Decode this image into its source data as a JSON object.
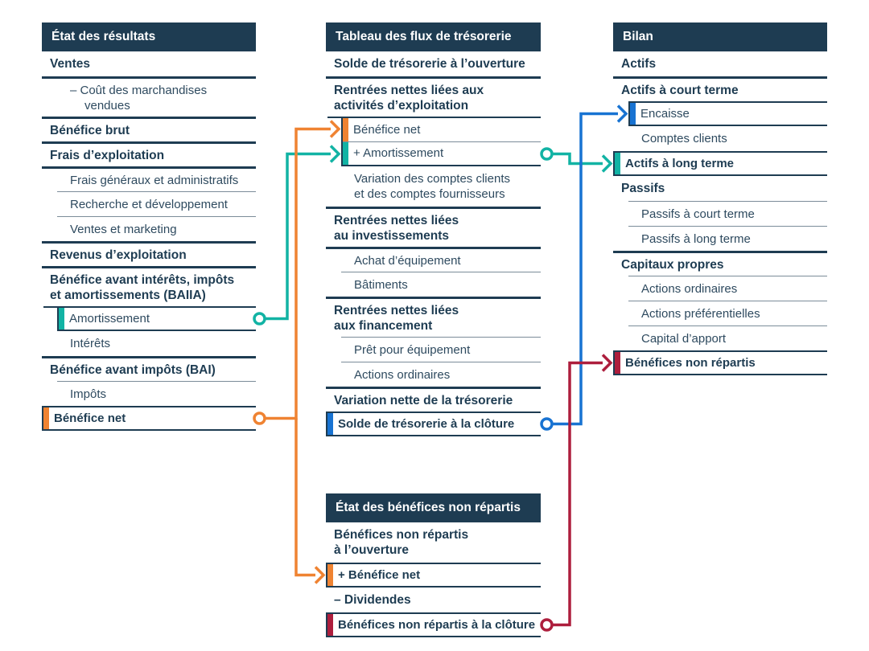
{
  "colors": {
    "navy": "#1e3c52",
    "text": "#2e4a5f",
    "thin": "#7b8c99",
    "teal": "#12b3a4",
    "orange": "#ef8332",
    "blue": "#1873d2",
    "crimson": "#ad1e3d"
  },
  "panels": [
    {
      "id": "etat-des-resultats",
      "title": "État des résultats",
      "rows": [
        {
          "label": "Ventes",
          "style": "total"
        },
        {
          "label": "– Coût des marchandises\nvendues",
          "style": "item",
          "line_above": "strong"
        },
        {
          "label": "Bénéfice brut",
          "style": "total",
          "line_above": "strong"
        },
        {
          "label": "Frais d’exploitation",
          "style": "total",
          "line_above": "strong"
        },
        {
          "label": "Frais généraux et administratifs",
          "style": "item",
          "line_above": "strong"
        },
        {
          "label": "Recherche et développement",
          "style": "item",
          "line_above": "thin"
        },
        {
          "label": "Ventes et marketing",
          "style": "item",
          "line_above": "thin"
        },
        {
          "label": "Revenus d’exploitation",
          "style": "total",
          "line_above": "strong"
        },
        {
          "label": "Bénéfice avant intérêts, impôts\net amortissements (BAIIA)",
          "style": "total",
          "line_above": "strong"
        },
        {
          "rows": [
            {
              "label": "Amortissement",
              "marker": "teal",
              "style": "item"
            }
          ],
          "indent": true,
          "top_full": true
        },
        {
          "label": "Intérêts",
          "style": "item"
        },
        {
          "label": "Bénéfice avant impôts (BAI)",
          "style": "total",
          "line_above": "strong"
        },
        {
          "label": "Impôts",
          "style": "item",
          "line_above": "thin"
        },
        {
          "rows": [
            {
              "label": "Bénéfice net",
              "marker": "orange",
              "style": "total"
            }
          ]
        }
      ]
    },
    {
      "id": "tableau-des-flux",
      "title": "Tableau des flux de trésorerie",
      "rows": [
        {
          "label": "Solde de trésorerie à l’ouverture",
          "style": "total"
        },
        {
          "label": "Rentrées nettes liées aux\nactivités d’exploitation",
          "style": "total",
          "line_above": "strong"
        },
        {
          "rows": [
            {
              "label": "Bénéfice net",
              "marker": "orange",
              "style": "item"
            },
            {
              "label": "+ Amortissement",
              "marker": "teal",
              "style": "item"
            }
          ],
          "indent": true,
          "top_full": true
        },
        {
          "label": "Variation des comptes clients\net des comptes fournisseurs",
          "style": "item"
        },
        {
          "label": "Rentrées nettes liées\nau investissements",
          "style": "total",
          "line_above": "strong"
        },
        {
          "label": "Achat d’équipement",
          "style": "item",
          "line_above": "strong"
        },
        {
          "label": "Bâtiments",
          "style": "item",
          "line_above": "thin"
        },
        {
          "label": "Rentrées nettes liées\naux financement",
          "style": "total",
          "line_above": "strong"
        },
        {
          "label": "Prêt pour équipement",
          "style": "item",
          "line_above": "thin"
        },
        {
          "label": "Actions ordinaires",
          "style": "item",
          "line_above": "thin"
        },
        {
          "label": "Variation nette de la trésorerie",
          "style": "total",
          "line_above": "strong"
        },
        {
          "rows": [
            {
              "label": "Solde de trésorerie à la clôture",
              "marker": "blue",
              "style": "total"
            }
          ]
        }
      ]
    },
    {
      "id": "etat-des-benefices-non-repartis",
      "title": "État des bénéfices non répartis",
      "rows": [
        {
          "label": "Bénéfices non répartis\nà l’ouverture",
          "style": "total"
        },
        {
          "rows": [
            {
              "label": "+ Bénéfice net",
              "marker": "orange",
              "style": "total"
            }
          ]
        },
        {
          "label": "– Dividendes",
          "style": "total"
        },
        {
          "rows": [
            {
              "label": "Bénéfices non répartis à la clôture",
              "marker": "crimson",
              "style": "total"
            }
          ]
        }
      ]
    },
    {
      "id": "bilan",
      "title": "Bilan",
      "rows": [
        {
          "label": "Actifs",
          "style": "total"
        },
        {
          "label": "Actifs à court terme",
          "style": "total",
          "line_above": "strong"
        },
        {
          "rows": [
            {
              "label": "Encaisse",
              "marker": "blue",
              "style": "item"
            }
          ],
          "indent": true
        },
        {
          "label": "Comptes clients",
          "style": "item"
        },
        {
          "rows": [
            {
              "label": "Actifs à long terme",
              "marker": "teal",
              "style": "total"
            }
          ]
        },
        {
          "label": "Passifs",
          "style": "total"
        },
        {
          "label": "Passifs à court terme",
          "style": "item",
          "line_above": "thin"
        },
        {
          "label": "Passifs à long terme",
          "style": "item",
          "line_above": "thin"
        },
        {
          "label": "Capitaux propres",
          "style": "total",
          "line_above": "strong"
        },
        {
          "label": "Actions ordinaires",
          "style": "item",
          "line_above": "thin"
        },
        {
          "label": "Actions préférentielles",
          "style": "item",
          "line_above": "thin"
        },
        {
          "label": "Capital d’apport",
          "style": "item",
          "line_above": "thin"
        },
        {
          "rows": [
            {
              "label": "Bénéfices non répartis",
              "marker": "crimson",
              "style": "total"
            }
          ]
        }
      ]
    }
  ],
  "connectors": [
    {
      "color": "teal",
      "from": "Amortissement",
      "to": "+ Amortissement"
    },
    {
      "color": "teal",
      "from": "+ Amortissement",
      "to": "Actifs à long terme"
    },
    {
      "color": "orange",
      "from": "Bénéfice net",
      "to": "Bénéfice net"
    },
    {
      "color": "orange",
      "from": "Bénéfice net",
      "to": "+ Bénéfice net"
    },
    {
      "color": "blue",
      "from": "Solde de trésorerie à la clôture",
      "to": "Encaisse"
    },
    {
      "color": "crimson",
      "from": "Bénéfices non répartis à la clôture",
      "to": "Bénéfices non répartis"
    }
  ]
}
